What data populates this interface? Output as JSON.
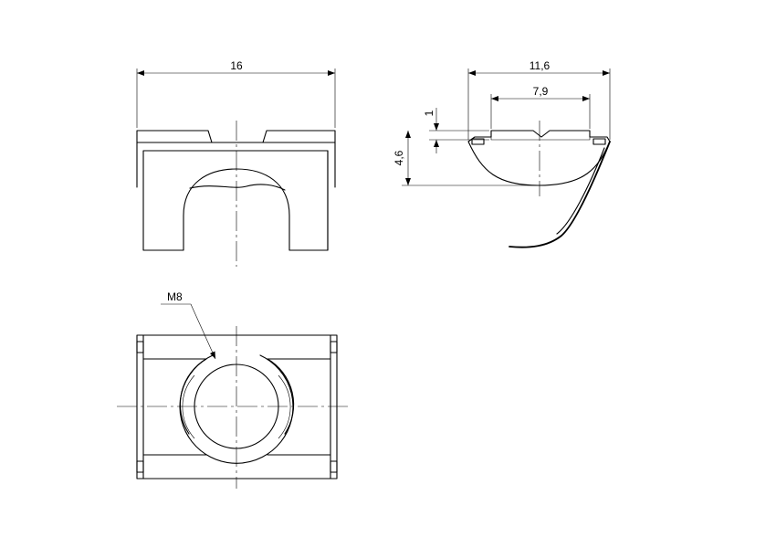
{
  "dimensions": {
    "front_width": "16",
    "side_width_outer": "11,6",
    "side_width_inner": "7,9",
    "side_step": "1",
    "side_height": "4,6"
  },
  "callouts": {
    "thread": "M8"
  },
  "colors": {
    "line": "#000000",
    "background": "#ffffff"
  }
}
